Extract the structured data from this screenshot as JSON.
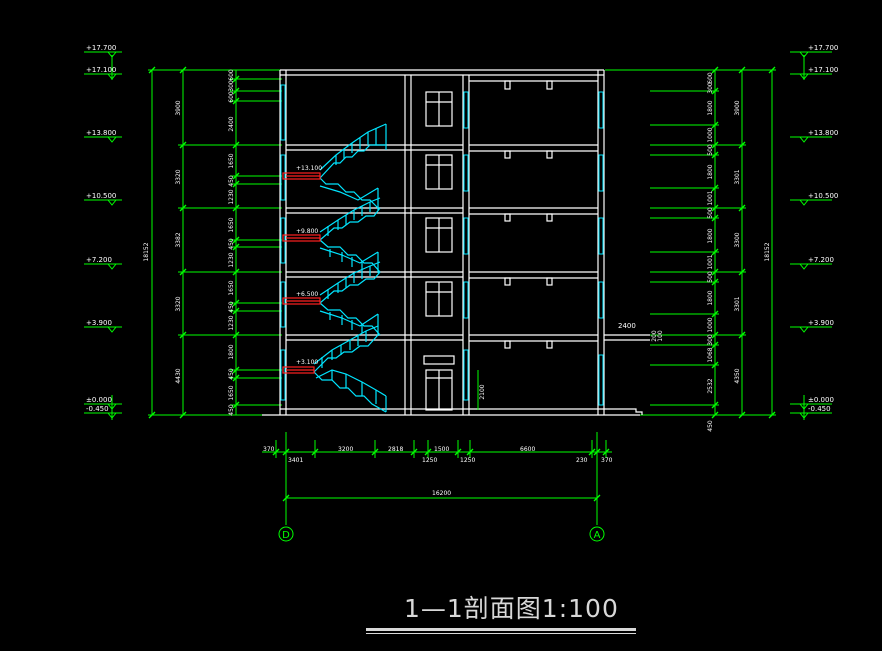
{
  "title": "1—1剖面图1:100",
  "colors": {
    "background": "#000000",
    "structure": "#ffffff",
    "dimension": "#00ff00",
    "stair_rail": "#00e5ff",
    "landing": "#ff2020"
  },
  "levels_left": [
    "+17.700",
    "+17.100",
    "+13.800",
    "+10.500",
    "+7.200",
    "+3.900",
    "±0.000",
    "-0.450"
  ],
  "levels_right": [
    "+17.700",
    "+17.100",
    "+13.800",
    "+10.500",
    "+7.200",
    "+3.900",
    "±0.000",
    "-0.450"
  ],
  "left_outer_dims": [
    "3900",
    "3320",
    "3382",
    "3320",
    "4430"
  ],
  "left_total": "18152",
  "left_inner_dims": [
    "600",
    "300",
    "600",
    "2400",
    "1650",
    "450",
    "1230",
    "1650",
    "450",
    "1230",
    "1650",
    "450",
    "1230",
    "1800",
    "450",
    "1650",
    "450"
  ],
  "right_outer_dims": [
    "3900",
    "3301",
    "3300",
    "3301",
    "4350"
  ],
  "right_total": "18152",
  "right_inner_dims": [
    "600",
    "300",
    "1800",
    "500",
    "1000",
    "1800",
    "500",
    "1001",
    "1800",
    "500",
    "1001",
    "1800",
    "300",
    "1000",
    "1068",
    "2532",
    "450"
  ],
  "landing_levels": [
    "+13.100",
    "+9.800",
    "+6.500",
    "+3.100"
  ],
  "bottom_dims": [
    "370",
    "3401",
    "3200",
    "2818",
    "1500",
    "1250",
    "1250",
    "6600",
    "230",
    "370"
  ],
  "overall_width": "16200",
  "axis_labels": [
    "D",
    "A"
  ],
  "annotations": {
    "door_height": "2100",
    "canopy_width": "2400",
    "canopy_small_a": "200",
    "canopy_small_b": "100"
  }
}
